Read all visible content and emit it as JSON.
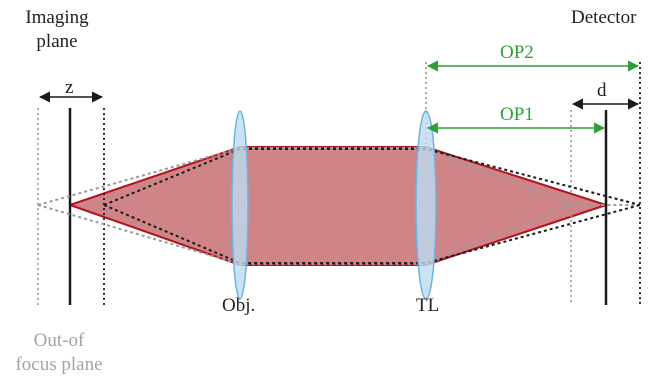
{
  "labels": {
    "imaging_plane": [
      "Imaging",
      "plane"
    ],
    "detector": "Detector",
    "z": "z",
    "d": "d",
    "op2": "OP2",
    "op1": "OP1",
    "objective": "Obj.",
    "tube_lens": "TL",
    "out_of_focus": [
      "Out-of",
      "focus plane"
    ]
  },
  "colors": {
    "beam_fill": "#cf8487",
    "beam_edge": "#b0141c",
    "lens_fill": "#bcdcf2",
    "lens_edge": "#6fb2dc",
    "green": "#2f9e35",
    "gray_text": "#a3a3a3",
    "dark": "#1a1a1a"
  }
}
